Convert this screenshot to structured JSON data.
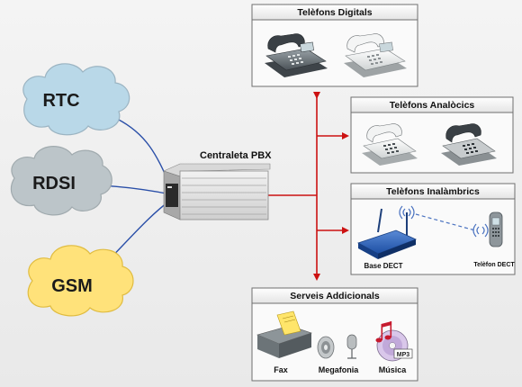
{
  "networks": {
    "rtc": "RTC",
    "rdsi": "RDSI",
    "gsm": "GSM"
  },
  "pbx": {
    "label": "Centraleta PBX"
  },
  "groups": {
    "digital": {
      "title": "Telèfons Digitals"
    },
    "analog": {
      "title": "Telèfons Analòcics"
    },
    "wireless": {
      "title": "Telèfons Inalàmbrics",
      "base_label": "Base DECT",
      "phone_label": "Telèfon DECT"
    },
    "services": {
      "title": "Serveis Addicionals",
      "items": [
        "Fax",
        "Megafonia",
        "Música"
      ],
      "mp3_label": "MP3"
    }
  },
  "colors": {
    "cloud_blue": "#b9d8e8",
    "cloud_gray": "#bcc5c9",
    "cloud_yellow": "#ffe27a",
    "link_blue": "#2a4fa8",
    "link_red": "#cc1111",
    "box_border": "#6f6f6f"
  }
}
